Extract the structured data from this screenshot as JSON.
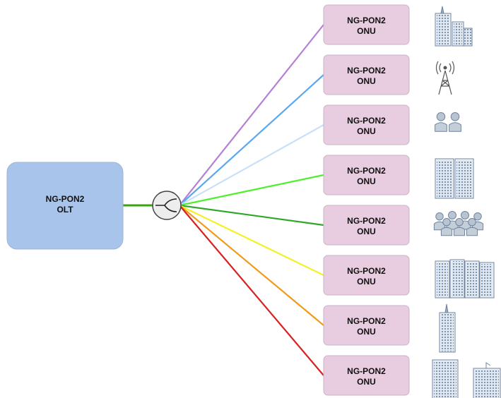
{
  "olt": {
    "line1": "NG-PON2",
    "line2": "OLT",
    "color": "#a9c4ea"
  },
  "onu_color": "#e8cde0",
  "splitter": {
    "name": "splitter"
  },
  "trunk_color": "#3aa30f",
  "onus": [
    {
      "line1": "NG-PON2",
      "line2": "ONU",
      "link_color": "#b57fd6",
      "icon": "office-buildings-icon"
    },
    {
      "line1": "NG-PON2",
      "line2": "ONU",
      "link_color": "#5ba8f0",
      "icon": "cell-tower-icon"
    },
    {
      "line1": "NG-PON2",
      "line2": "ONU",
      "link_color": "#c8e0f8",
      "icon": "couple-icon"
    },
    {
      "line1": "NG-PON2",
      "line2": "ONU",
      "link_color": "#4df02a",
      "icon": "twin-towers-icon"
    },
    {
      "line1": "NG-PON2",
      "line2": "ONU",
      "link_color": "#2fa82a",
      "icon": "crowd-icon"
    },
    {
      "line1": "NG-PON2",
      "line2": "ONU",
      "link_color": "#f4f02a",
      "icon": "apartment-blocks-icon"
    },
    {
      "line1": "NG-PON2",
      "line2": "ONU",
      "link_color": "#f49a1a",
      "icon": "skyscrapers-icon"
    },
    {
      "line1": "NG-PON2",
      "line2": "ONU",
      "link_color": "#d92020",
      "icon": "skyscrapers-icon"
    }
  ]
}
